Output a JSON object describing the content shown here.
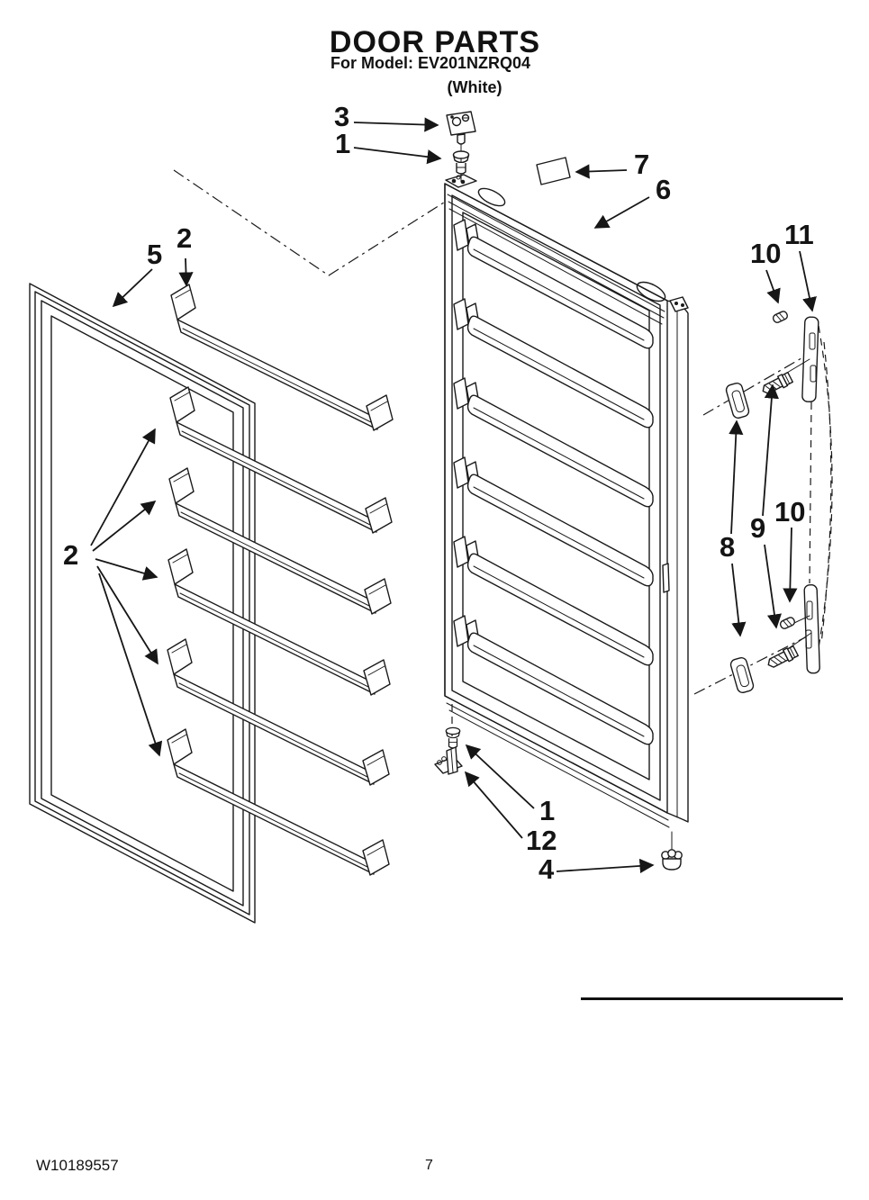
{
  "page": {
    "title": "DOOR PARTS",
    "model_line": "For Model: EV201NZRQ04",
    "color_line": "(White)",
    "doc_number": "W10189557",
    "page_number": "7"
  },
  "diagram": {
    "kind": "exploded-parts-diagram",
    "line_color": "#1a1a1a",
    "callouts": [
      {
        "label": "3",
        "target": "hinge-cap"
      },
      {
        "label": "1",
        "target": "hinge-pin-top"
      },
      {
        "label": "7",
        "target": "name-plate"
      },
      {
        "label": "6",
        "target": "door-panel"
      },
      {
        "label": "5",
        "target": "door-gasket"
      },
      {
        "label": "2",
        "target": "shelf-trim-rail-1"
      },
      {
        "label": "2",
        "target": "shelf-trim-rails"
      },
      {
        "label": "10",
        "target": "handle-screw-plug-top"
      },
      {
        "label": "11",
        "target": "door-handle"
      },
      {
        "label": "8",
        "target": "handle-clips"
      },
      {
        "label": "9",
        "target": "handle-screws"
      },
      {
        "label": "10",
        "target": "handle-screw-plug-bottom"
      },
      {
        "label": "1",
        "target": "hinge-pin-bottom"
      },
      {
        "label": "12",
        "target": "hinge-bracket"
      },
      {
        "label": "4",
        "target": "plug-button"
      }
    ]
  }
}
